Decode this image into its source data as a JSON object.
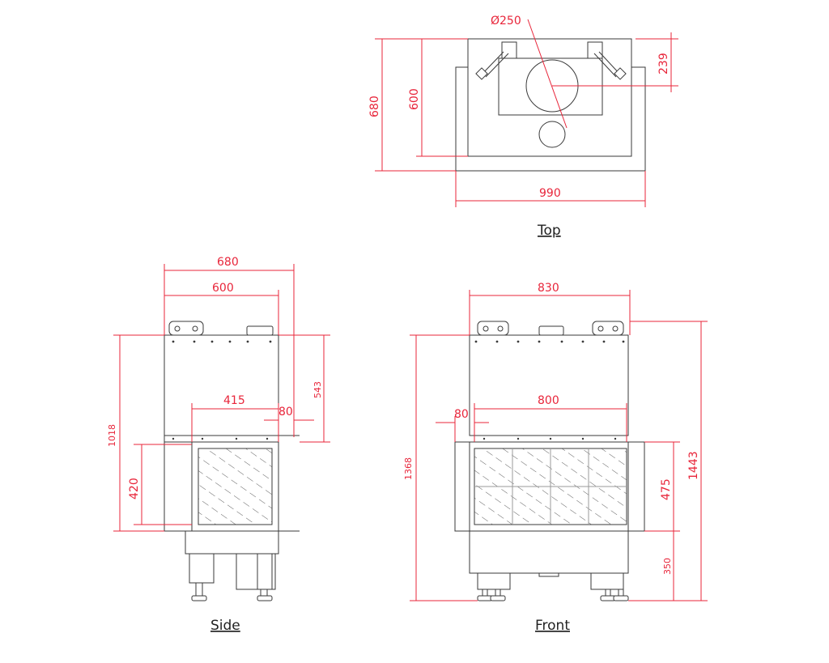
{
  "views": {
    "top": {
      "label": "Top"
    },
    "side": {
      "label": "Side"
    },
    "front": {
      "label": "Front"
    }
  },
  "dimensions": {
    "top": {
      "flue": "Ø250",
      "width": "990",
      "depth_outer": "680",
      "depth_inner": "600",
      "flue_offset": "239"
    },
    "side": {
      "width_outer": "680",
      "width_inner": "600",
      "glass_width": "415",
      "glass_side_offset": "80",
      "total_height": "1018",
      "upper_height": "543",
      "glass_height": "420"
    },
    "front": {
      "top_width": "830",
      "glass_width": "800",
      "glass_offset": "80",
      "total_height": "1368",
      "overall_height": "1443",
      "glass_height": "475",
      "base_height": "350"
    }
  },
  "colors": {
    "dimension": "#e8253a",
    "outline": "#3a3a3a",
    "caption": "#222222"
  }
}
